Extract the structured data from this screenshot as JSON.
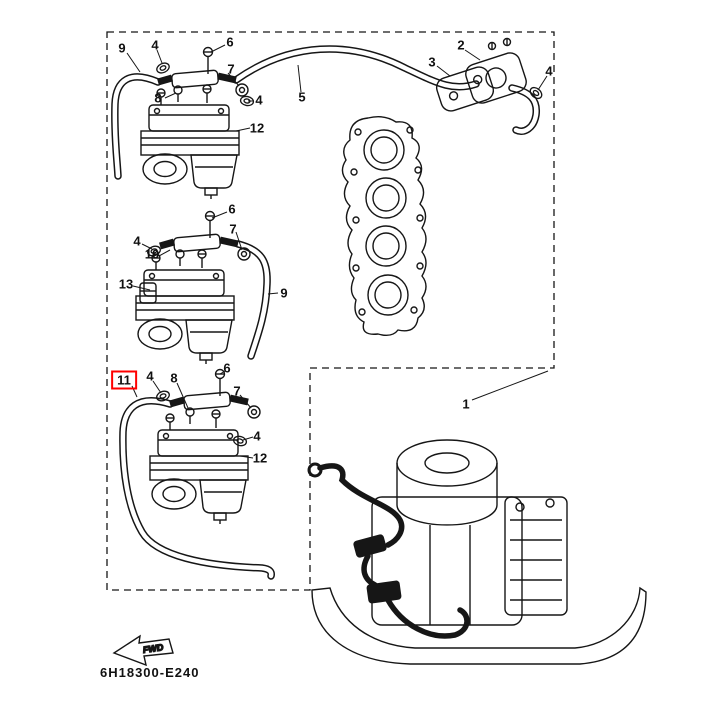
{
  "page": {
    "background_color": "#ffffff",
    "line_color": "#161616",
    "highlight_color": "#ff0000",
    "description_labels": {
      "part_code": "6H18300-E240",
      "fwd_label": "FWD"
    }
  },
  "footer": {
    "part_code": "6H18300-E240"
  },
  "fwd": {
    "label": "FWD"
  },
  "callouts": [
    {
      "label": "9",
      "highlighted": false
    },
    {
      "label": "4",
      "highlighted": false
    },
    {
      "label": "6",
      "highlighted": false
    },
    {
      "label": "7",
      "highlighted": false
    },
    {
      "label": "8",
      "highlighted": false
    },
    {
      "label": "4",
      "highlighted": false
    },
    {
      "label": "12",
      "highlighted": false
    },
    {
      "label": "5",
      "highlighted": false
    },
    {
      "label": "2",
      "highlighted": false
    },
    {
      "label": "3",
      "highlighted": false
    },
    {
      "label": "4",
      "highlighted": false
    },
    {
      "label": "6",
      "highlighted": false
    },
    {
      "label": "7",
      "highlighted": false
    },
    {
      "label": "4",
      "highlighted": false
    },
    {
      "label": "10",
      "highlighted": false
    },
    {
      "label": "13",
      "highlighted": false
    },
    {
      "label": "9",
      "highlighted": false
    },
    {
      "label": "11",
      "highlighted": true
    },
    {
      "label": "4",
      "highlighted": false
    },
    {
      "label": "8",
      "highlighted": false
    },
    {
      "label": "6",
      "highlighted": false
    },
    {
      "label": "7",
      "highlighted": false
    },
    {
      "label": "4",
      "highlighted": false
    },
    {
      "label": "12",
      "highlighted": false
    },
    {
      "label": "1",
      "highlighted": false
    }
  ]
}
